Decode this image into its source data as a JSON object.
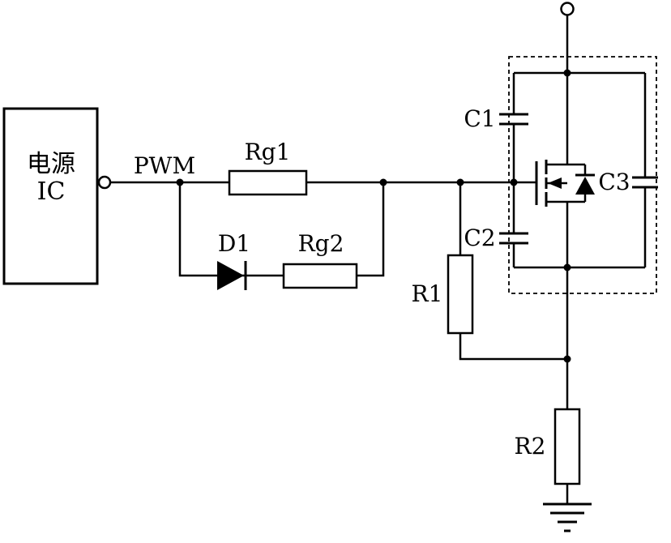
{
  "schematic": {
    "power_ic": {
      "line1": "电源",
      "line2": "IC"
    },
    "signals": {
      "pwm": "PWM"
    },
    "components": {
      "rg1": "Rg1",
      "rg2": "Rg2",
      "d1": "D1",
      "r1": "R1",
      "r2": "R2",
      "c1": "C1",
      "c2": "C2",
      "c3": "C3"
    },
    "colors": {
      "line": "#000000",
      "background": "#ffffff"
    }
  }
}
